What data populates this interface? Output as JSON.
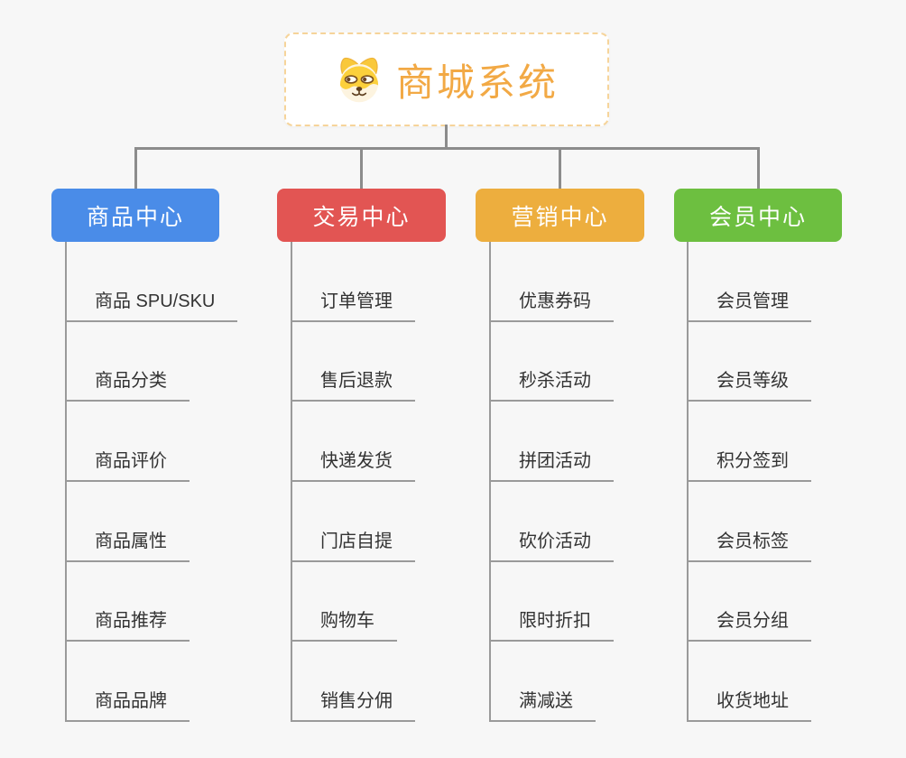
{
  "root": {
    "title": "商城系统",
    "icon": "doge-icon",
    "title_color": "#f2a945",
    "border_color": "#f6d49a"
  },
  "branches": [
    {
      "label": "商品中心",
      "color": "#4a8ce8",
      "items": [
        "商品 SPU/SKU",
        "商品分类",
        "商品评价",
        "商品属性",
        "商品推荐",
        "商品品牌"
      ]
    },
    {
      "label": "交易中心",
      "color": "#e25553",
      "items": [
        "订单管理",
        "售后退款",
        "快递发货",
        "门店自提",
        "购物车",
        "销售分佣"
      ]
    },
    {
      "label": "营销中心",
      "color": "#edae3e",
      "items": [
        "优惠券码",
        "秒杀活动",
        "拼团活动",
        "砍价活动",
        "限时折扣",
        "满减送"
      ]
    },
    {
      "label": "会员中心",
      "color": "#6dbf40",
      "items": [
        "会员管理",
        "会员等级",
        "积分签到",
        "会员标签",
        "会员分组",
        "收货地址"
      ]
    }
  ],
  "connector_color": "#8c8c8c",
  "underline_color": "#9a9a9a"
}
